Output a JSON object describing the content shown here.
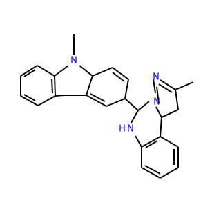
{
  "molecule": {
    "atoms": {
      "n_carbazole": {
        "text": "N",
        "color": "#0000ff"
      },
      "n_pyrazole": {
        "text": "N",
        "color": "#0000ff"
      },
      "n_bridge": {
        "text": "N",
        "color": "#0000ff"
      },
      "nh": {
        "text": "N",
        "color": "#0000ff"
      },
      "nh_h": {
        "text": "H",
        "color": "#0000ff"
      }
    },
    "bond_color": "#000000",
    "background": "#ffffff"
  }
}
